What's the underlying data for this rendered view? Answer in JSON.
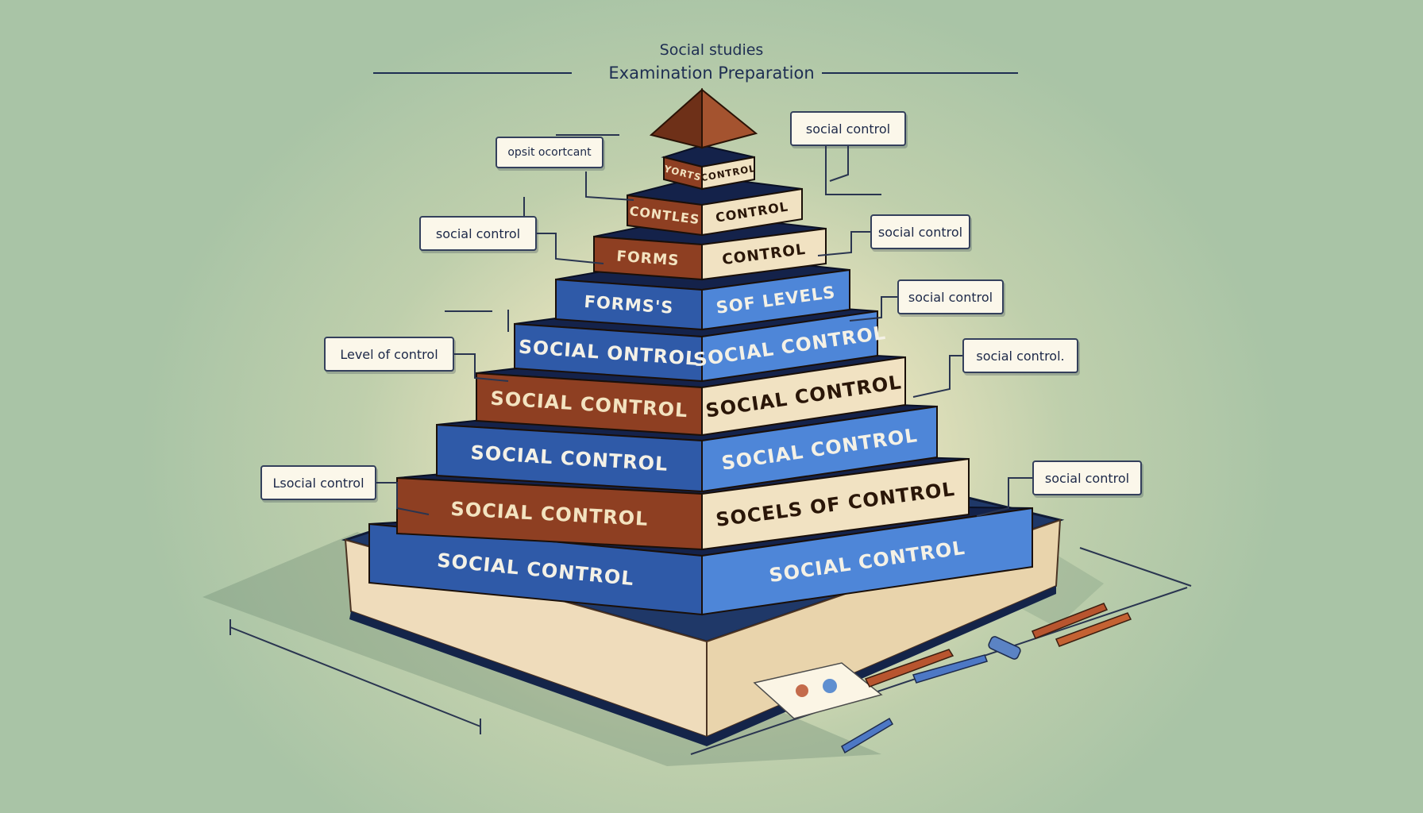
{
  "header": {
    "subtitle": "Social studies",
    "title": "Examination Preparation"
  },
  "callouts": [
    {
      "text": "social control"
    },
    {
      "text": "opsit ocortcant"
    },
    {
      "text": "social control"
    },
    {
      "text": "social control"
    },
    {
      "text": "social control"
    },
    {
      "text": "Level of control"
    },
    {
      "text": "social control."
    },
    {
      "text": "Lsocial control"
    },
    {
      "text": "social control"
    }
  ],
  "tiers": [
    {
      "left": "YORTS",
      "right": "CONTROL"
    },
    {
      "left": "CONTLES",
      "right": "CONTROL"
    },
    {
      "left": "FORMS",
      "right": "CONTROL"
    },
    {
      "left": "FORMS'S",
      "right": "SOF LEVELS"
    },
    {
      "left": "SOCIAL ONTROL",
      "right": "SOCIAL CONTROL"
    },
    {
      "left": "SOCIAL CONTROL",
      "right": "SOCIAL CONTROL"
    },
    {
      "left": "SOCIAL CONTROL",
      "right": "SOCIAL CONTROL"
    },
    {
      "left": "SOCIAL CONTROL",
      "right": "SOCELS OF CONTROL"
    },
    {
      "left": "SOCIAL CONTROL",
      "right": "SOCIAL CONTROL"
    }
  ],
  "colors": {
    "brown": "#8e3f22",
    "blue": "#2f5aa8",
    "navy": "#14224a",
    "paper": "#f1e2c2"
  }
}
